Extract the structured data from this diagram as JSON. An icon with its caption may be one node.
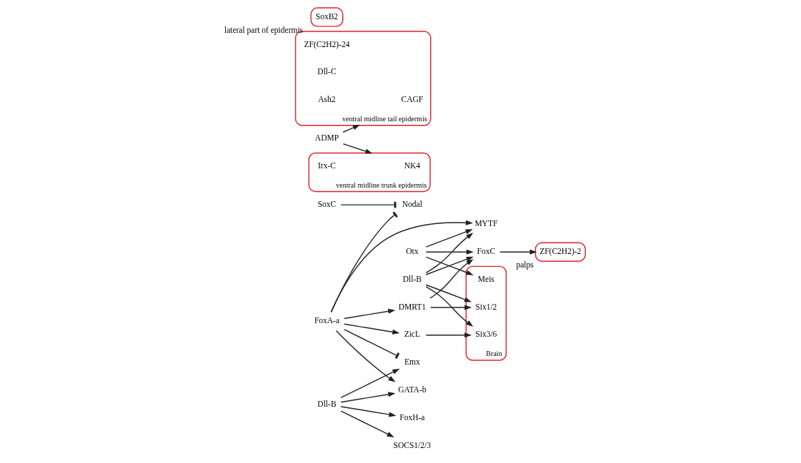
{
  "diagram": {
    "nodes": [
      {
        "text": [
          "SoxC"
        ]
      },
      {
        "text": [
          "Nodal"
        ]
      },
      {
        "text": [
          "FoxA-a"
        ]
      },
      {
        "text": [
          "MYTF"
        ]
      },
      {
        "text": [
          "Otx"
        ]
      },
      {
        "text": [
          "DMRT1"
        ]
      },
      {
        "text": [
          "ZicL"
        ]
      },
      {
        "text": [
          "Dll-B"
        ]
      },
      {
        "text": [
          "FoxC"
        ]
      },
      {
        "text": [],
        "shape": "box",
        "beside": [
          "Brain"
        ]
      },
      {
        "text": [
          "Meis"
        ],
        "in": 9
      },
      {
        "text": [
          "Six1/2"
        ],
        "in": 9
      },
      {
        "text": [
          "Six3/6"
        ],
        "in": 9
      },
      {
        "text": [
          "ZF(C2H2)-2"
        ],
        "beside": [
          "palps"
        ]
      },
      {
        "text": [
          "ADMP"
        ]
      },
      {
        "text": [],
        "shape": "box",
        "beside": [
          "ventral midline tail epidermis"
        ]
      },
      {
        "text": [
          "ZF(C2H2)-24"
        ],
        "in": 15
      },
      {
        "text": [
          "Dll-C"
        ],
        "in": 15
      },
      {
        "text": [
          "CAGF"
        ],
        "in": 15
      },
      {
        "text": [
          "Ash2"
        ],
        "in": 15
      },
      {
        "text": [],
        "shape": "box",
        "beside": [
          "ventral midline trunk epidermis"
        ]
      },
      {
        "text": [
          "Irx-C"
        ],
        "in": 20
      },
      {
        "text": [
          "NK4"
        ],
        "in": 20
      },
      {
        "text": [
          "Dll-B"
        ]
      },
      {
        "text": [
          "Emx"
        ]
      },
      {
        "text": [
          "FoxH-a"
        ]
      },
      {
        "text": [
          "SOCS1/2/3"
        ]
      },
      {
        "text": [
          "GATA-b"
        ]
      },
      {
        "text": [
          "SoxB2"
        ],
        "beside": [
          "lateral part of epidermis"
        ]
      }
    ],
    "edges": [
      {
        "from": 0,
        "to": 1,
        "arrow": "other"
      },
      {
        "from": 2,
        "to": 1,
        "arrow": "other"
      },
      {
        "from": 2,
        "to": 3,
        "arrow": "to"
      },
      {
        "from": 2,
        "to": 5,
        "arrow": "to"
      },
      {
        "from": 2,
        "to": 6,
        "arrow": "to"
      },
      {
        "from": 2,
        "to": 24,
        "arrow": "other"
      },
      {
        "from": 2,
        "to": 27,
        "arrow": "to"
      },
      {
        "from": 4,
        "to": 3,
        "arrow": "to"
      },
      {
        "from": 4,
        "to": 10,
        "arrow": "to"
      },
      {
        "from": 4,
        "to": 8,
        "arrow": "to"
      },
      {
        "from": 5,
        "to": 11,
        "arrow": "to"
      },
      {
        "from": 5,
        "to": 8,
        "arrow": "to"
      },
      {
        "from": 6,
        "to": 12,
        "arrow": "to"
      },
      {
        "from": 7,
        "to": 3,
        "arrow": "to"
      },
      {
        "from": 7,
        "to": 8,
        "arrow": "to"
      },
      {
        "from": 7,
        "to": 11,
        "arrow": "to"
      },
      {
        "from": 7,
        "to": 12,
        "arrow": "to"
      },
      {
        "from": 8,
        "to": 13,
        "arrow": "to"
      },
      {
        "from": 14,
        "to": 15,
        "arrow": "to"
      },
      {
        "from": 14,
        "to": 20,
        "arrow": "to"
      },
      {
        "from": 23,
        "to": 24,
        "arrow": "to"
      },
      {
        "from": 23,
        "to": 25,
        "arrow": "to"
      },
      {
        "from": 23,
        "to": 26,
        "arrow": "to"
      },
      {
        "from": 23,
        "to": 27,
        "arrow": "to"
      }
    ]
  }
}
